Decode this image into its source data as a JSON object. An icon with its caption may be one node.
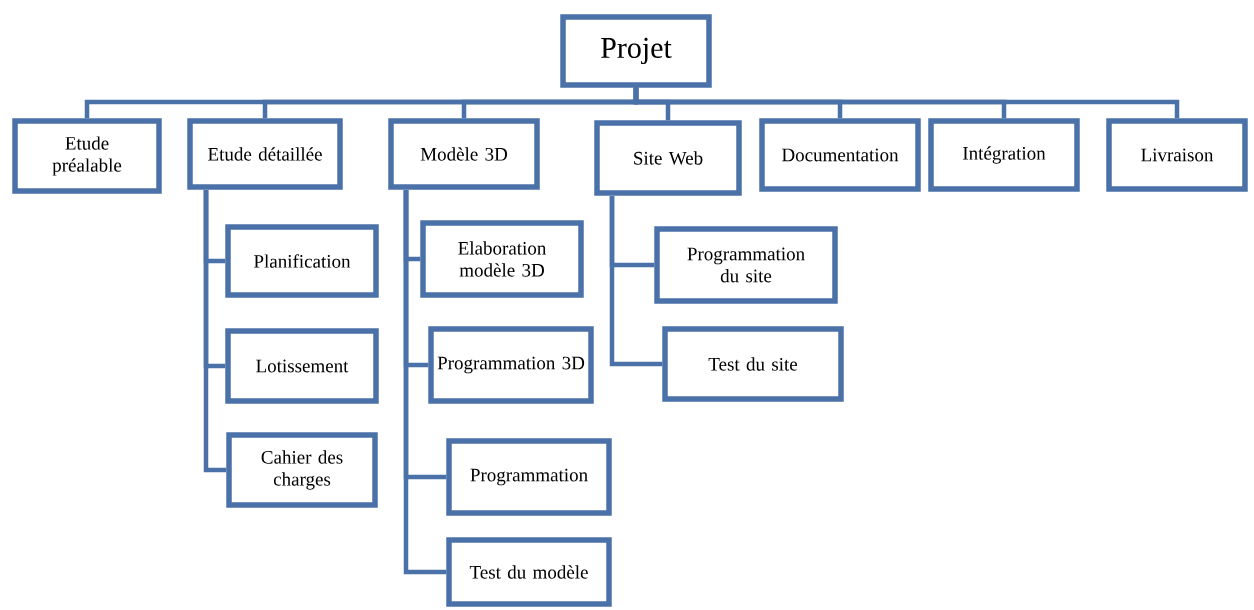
{
  "diagram": {
    "nodes": [
      {
        "text": [
          "Projet"
        ]
      },
      {
        "text": [
          "Etude préalable"
        ]
      },
      {
        "text": [
          "Etude détaillée"
        ]
      },
      {
        "text": [
          "Modèle 3D"
        ]
      },
      {
        "text": [
          "Site Web"
        ]
      },
      {
        "text": [
          "Documentation"
        ]
      },
      {
        "text": [
          "Intégration"
        ]
      },
      {
        "text": [
          "Livraison"
        ]
      },
      {
        "text": [
          "Planification"
        ]
      },
      {
        "text": [
          "Lotissement"
        ]
      },
      {
        "text": [
          "Cahier des charges"
        ]
      },
      {
        "text": [
          "Elaboration modèle 3D"
        ]
      },
      {
        "text": [
          "Programmation 3D"
        ]
      },
      {
        "text": [
          "Programmation"
        ]
      },
      {
        "text": [
          "Test du modèle"
        ]
      },
      {
        "text": [
          "Programmation du site"
        ]
      },
      {
        "text": [
          "Test du site"
        ]
      }
    ],
    "edges": [
      {
        "from": 0,
        "to": 1,
        "arrow": "none"
      },
      {
        "from": 0,
        "to": 2,
        "arrow": "none"
      },
      {
        "from": 0,
        "to": 3,
        "arrow": "none"
      },
      {
        "from": 0,
        "to": 4,
        "arrow": "none"
      },
      {
        "from": 0,
        "to": 5,
        "arrow": "none"
      },
      {
        "from": 0,
        "to": 6,
        "arrow": "none"
      },
      {
        "from": 0,
        "to": 7,
        "arrow": "none"
      },
      {
        "from": 2,
        "to": 8,
        "arrow": "none"
      },
      {
        "from": 2,
        "to": 9,
        "arrow": "none"
      },
      {
        "from": 2,
        "to": 10,
        "arrow": "none"
      },
      {
        "from": 3,
        "to": 11,
        "arrow": "none"
      },
      {
        "from": 3,
        "to": 12,
        "arrow": "none"
      },
      {
        "from": 3,
        "to": 13,
        "arrow": "none"
      },
      {
        "from": 3,
        "to": 14,
        "arrow": "none"
      },
      {
        "from": 4,
        "to": 15,
        "arrow": "none"
      },
      {
        "from": 4,
        "to": 16,
        "arrow": "none"
      }
    ]
  }
}
